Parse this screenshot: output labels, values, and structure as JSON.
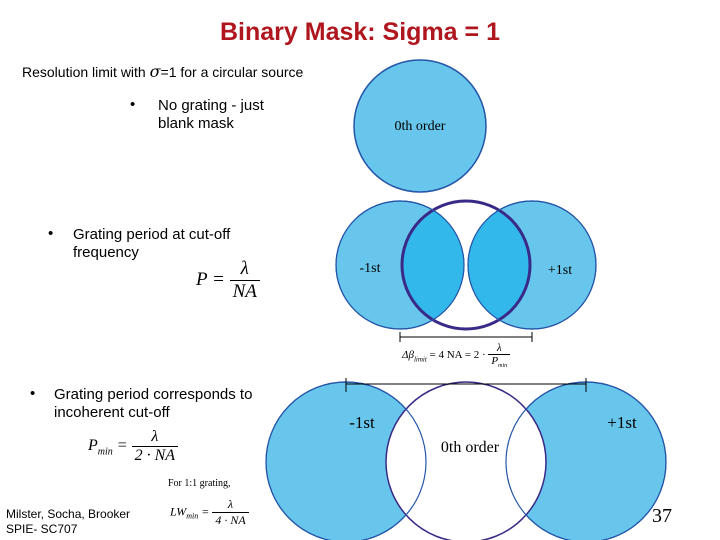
{
  "title": "Binary Mask: Sigma = 1",
  "subtitle": {
    "before": "Resolution limit with ",
    "sigma": "σ",
    "after": "=1 for a circular source"
  },
  "bullets": [
    {
      "marker": "•",
      "text_line1": "No grating - just",
      "text_line2": "blank mask"
    },
    {
      "marker": "•",
      "text_line1": "Grating period at cut-off",
      "text_line2": "frequency"
    },
    {
      "marker": "•",
      "text_line1": "Grating period corresponds to",
      "text_line2": "incoherent cut-off"
    }
  ],
  "formula1": {
    "lhs": "P =",
    "num": "λ",
    "den": "NA"
  },
  "formula2": {
    "lhs": "P",
    "lhs_sub": "min",
    "eq": "=",
    "num": "λ",
    "den": "2 · NA"
  },
  "formula3": {
    "prefix": "For 1:1 grating,",
    "lhs": "LW",
    "lhs_sub": "min",
    "eq": "=",
    "num": "λ",
    "den": "4 · NA"
  },
  "diagram_top": {
    "center_label": "0th order"
  },
  "diagram_mid": {
    "left_label": "-1st",
    "right_label": "+1st",
    "formula": {
      "lhs": "Δβ",
      "lhs_sub": "limit",
      "mid": "= 4 NA = 2 ·",
      "num": "λ",
      "den": "P",
      "den_sub": "min"
    }
  },
  "diagram_bottom": {
    "left_label": "-1st",
    "right_label": "+1st",
    "center_label": "0th order"
  },
  "credit": {
    "line1": "Milster, Socha, Brooker",
    "line2": "SPIE- SC707"
  },
  "page_number": "37",
  "colors": {
    "title": "#b0161e",
    "circle_fill": "#68c6ec",
    "circle_overlap": "#33b8ec",
    "circle_stroke": "#2456a8",
    "center_circle_stroke": "#3a2a88"
  }
}
